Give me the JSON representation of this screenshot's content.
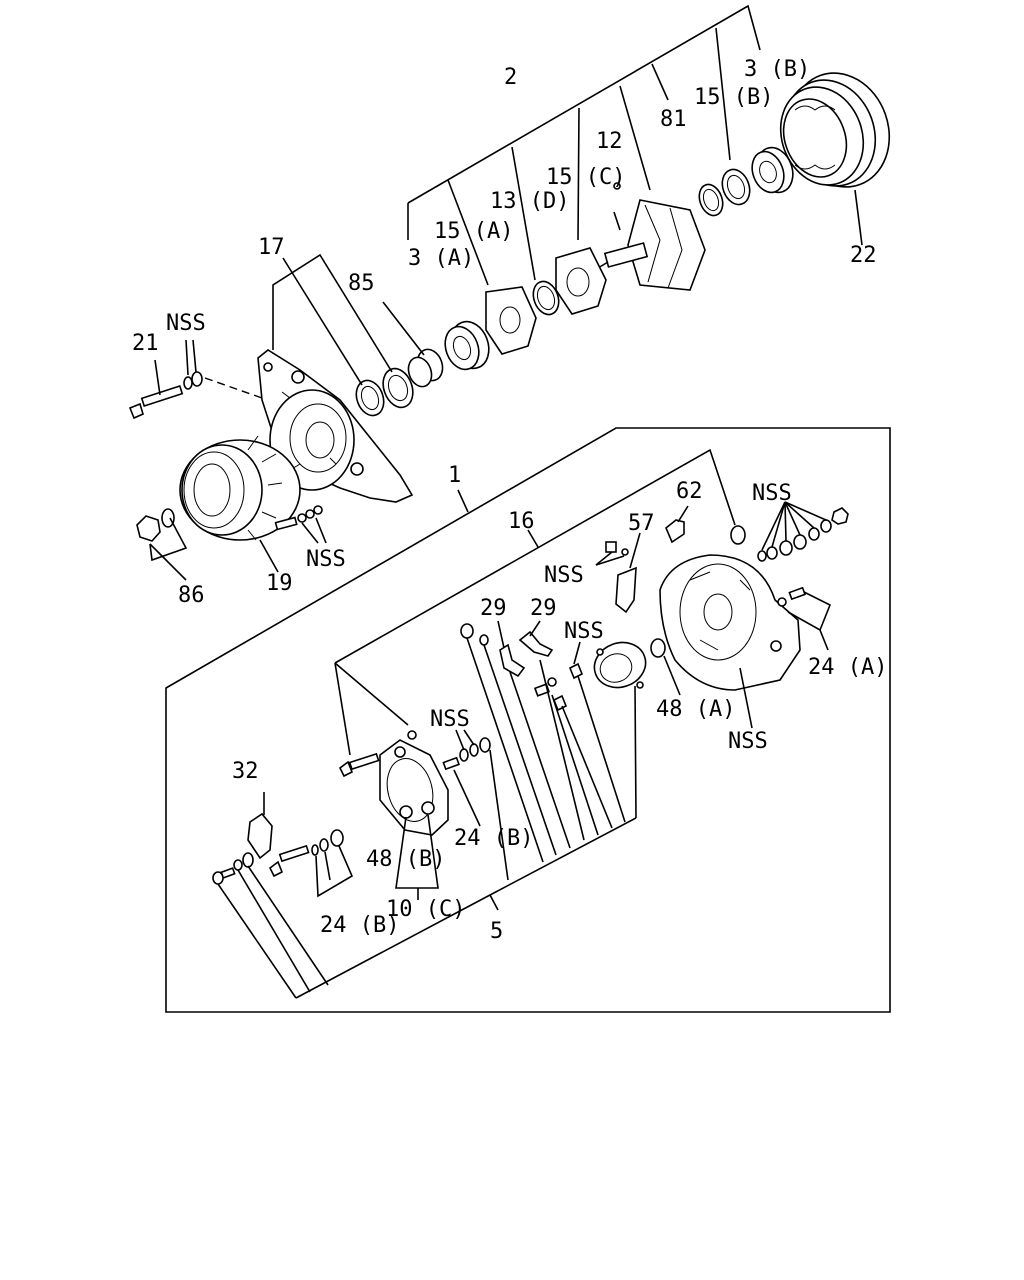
{
  "colors": {
    "line": "#000000",
    "background": "#ffffff"
  },
  "labels": {
    "l2": "2",
    "l3b": "3 (B)",
    "l15b": "15 (B)",
    "l81": "81",
    "l12": "12",
    "l15c": "15 (C)",
    "l13d": "13 (D)",
    "l15a": "15 (A)",
    "l3a": "3 (A)",
    "l85": "85",
    "l17": "17",
    "l22": "22",
    "l21": "21",
    "nss_top": "NSS",
    "nss_pulley": "NSS",
    "l86": "86",
    "l19": "19",
    "l1": "1",
    "l16": "16",
    "l62": "62",
    "nss_rear": "NSS",
    "l57": "57",
    "nss_57": "NSS",
    "l29a": "29",
    "l29b": "29",
    "nss_29": "NSS",
    "l24a": "24 (A)",
    "l48a": "48 (A)",
    "nss_housing": "NSS",
    "nss_plate": "NSS",
    "l32": "32",
    "l24b_mid": "24 (B)",
    "l48b": "48 (B)",
    "l10c": "10 (C)",
    "l24b_low": "24 (B)",
    "l5": "5"
  }
}
